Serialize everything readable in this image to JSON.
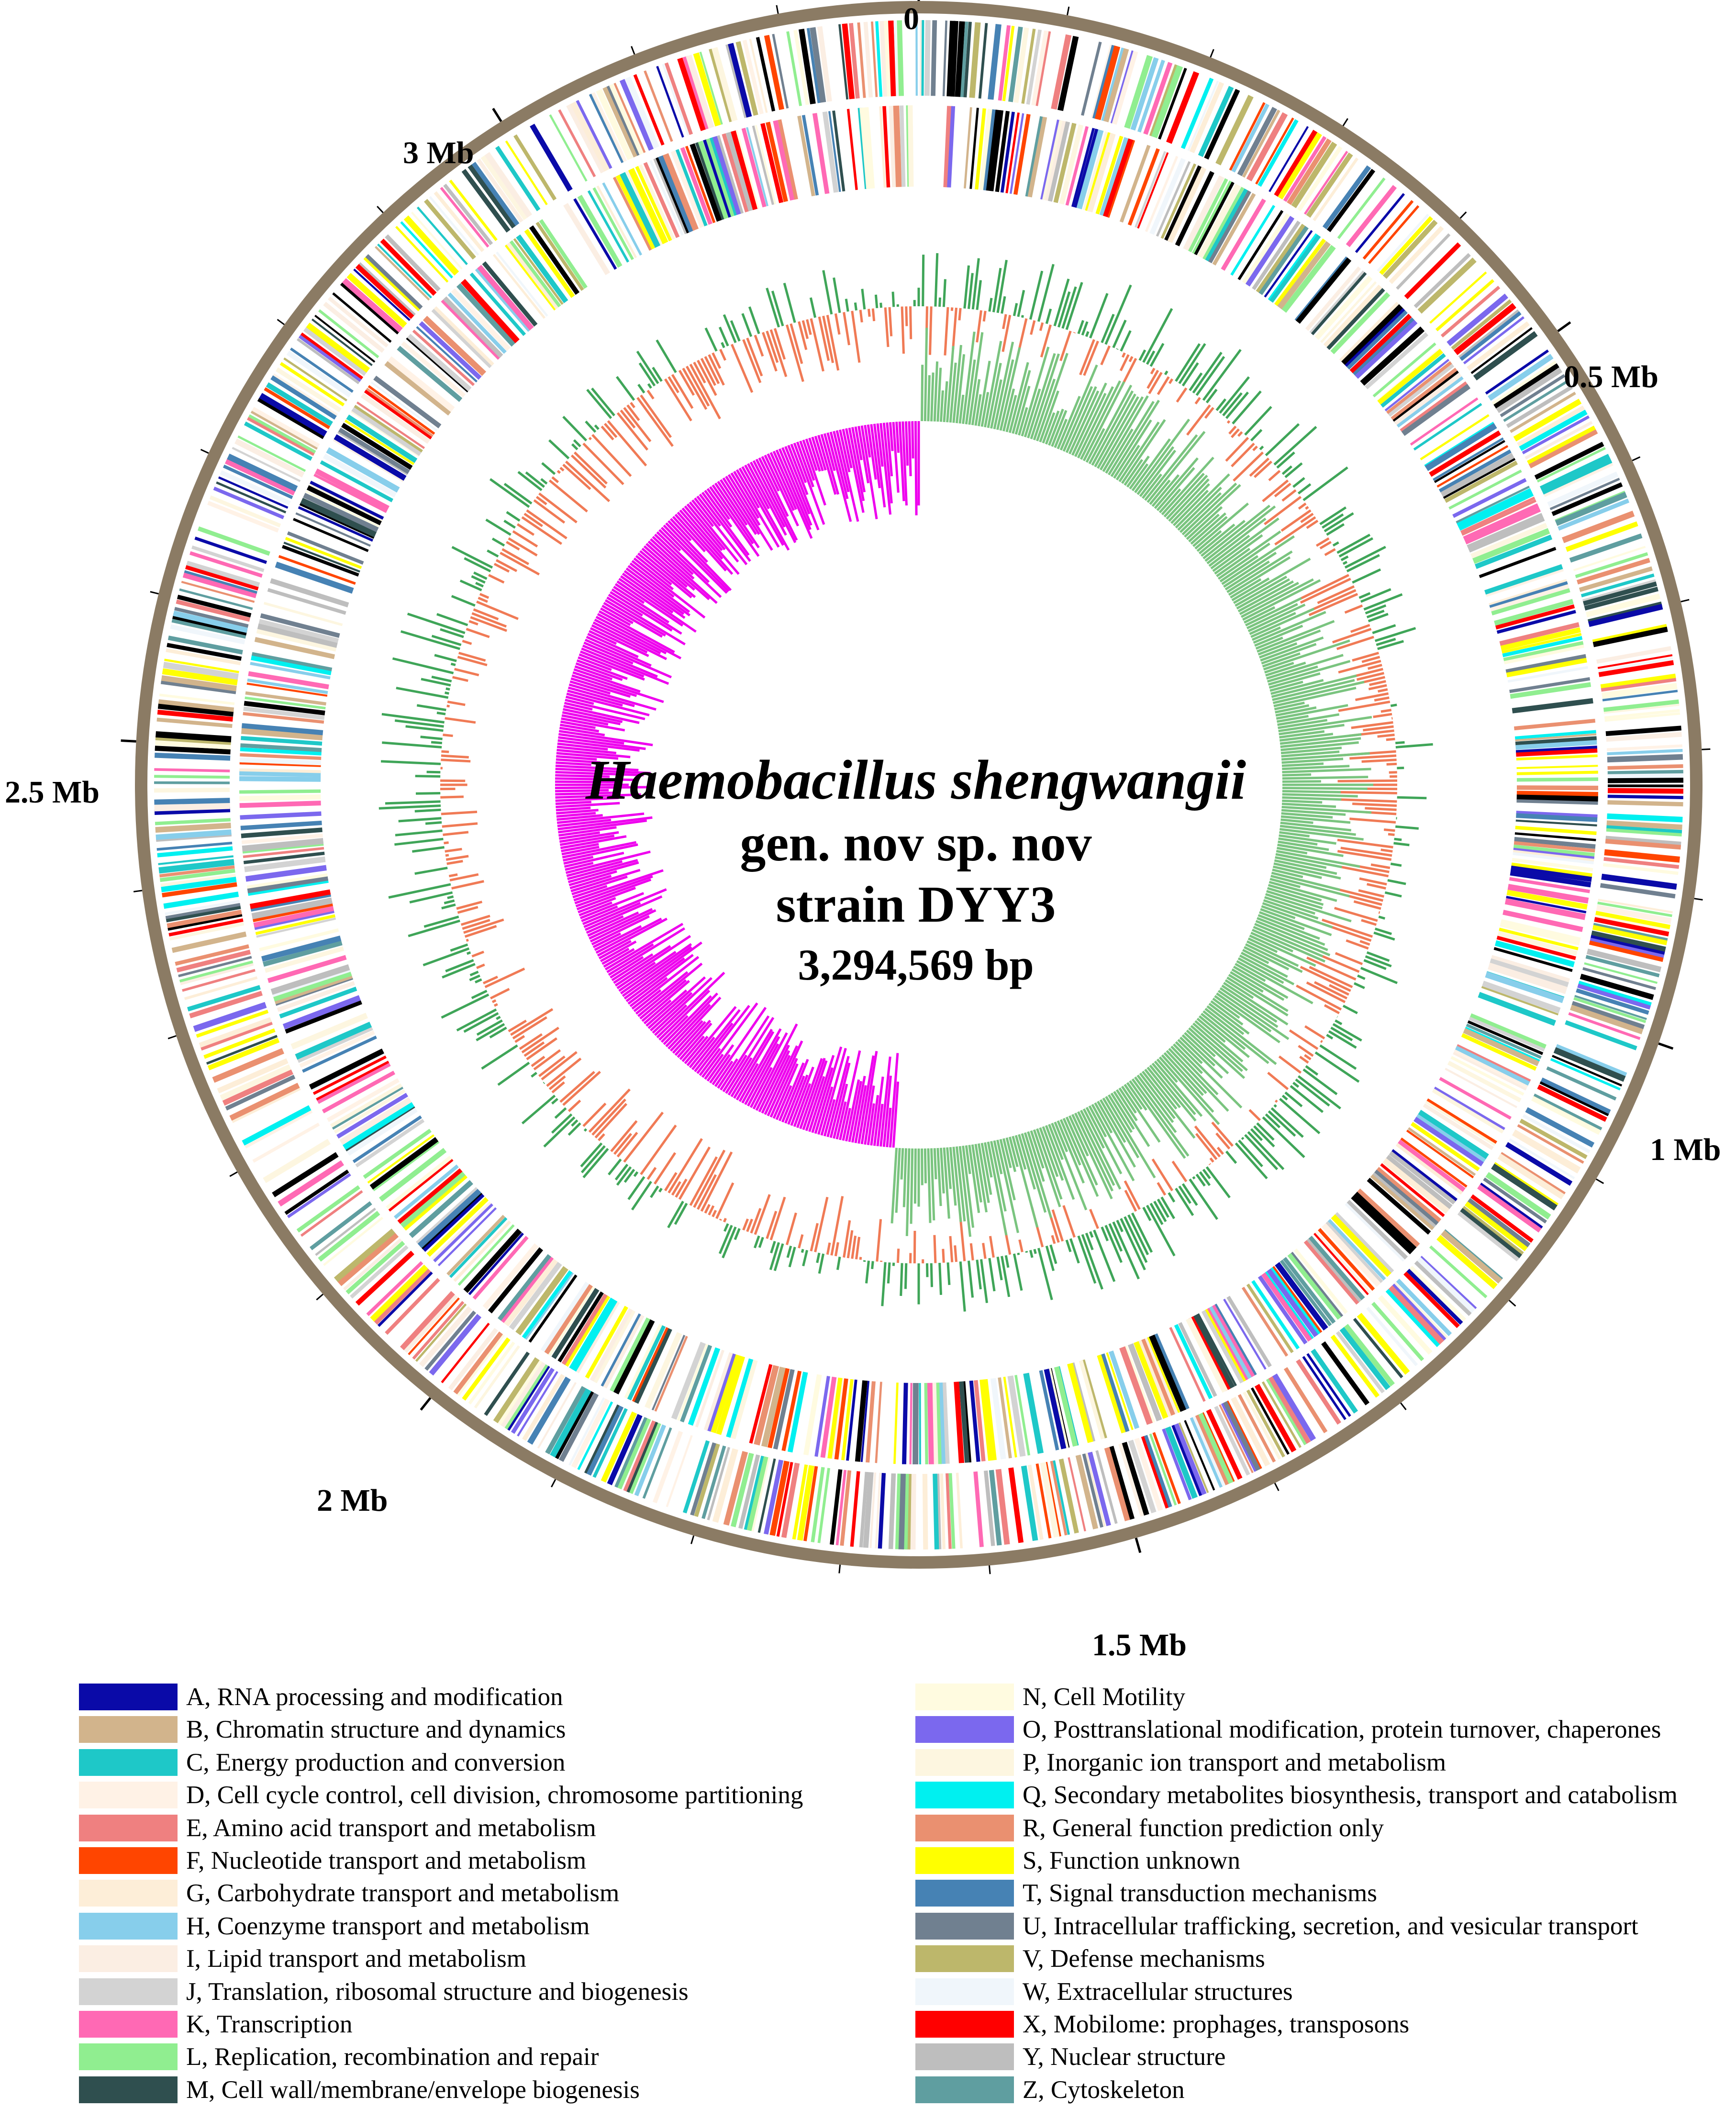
{
  "diagram": {
    "title": {
      "species": "Haemobacillus shengwangii",
      "designation": "gen. nov sp. nov",
      "strain": "strain DYY3",
      "genome_length": "3,294,569 bp"
    },
    "genome_length_bp": 3294569,
    "position_labels": [
      {
        "text": "0",
        "position_mb": 0
      },
      {
        "text": "0.5 Mb",
        "position_mb": 0.5
      },
      {
        "text": "1 Mb",
        "position_mb": 1.0
      },
      {
        "text": "1.5 Mb",
        "position_mb": 1.5
      },
      {
        "text": "2 Mb",
        "position_mb": 2.0
      },
      {
        "text": "2.5 Mb",
        "position_mb": 2.5
      },
      {
        "text": "3 Mb",
        "position_mb": 3.0
      }
    ],
    "ring_colors": {
      "outer_ring": "#8b7b64",
      "gc_content_positive": "#3fa558",
      "gc_content_negative": "#f07a55",
      "gc_skew_positive": "#7ac47f",
      "gc_skew_negative": "#ee00ee"
    }
  },
  "legend": {
    "left": [
      {
        "label": "A, RNA processing and modification",
        "color": "#0a0aa8"
      },
      {
        "label": "B, Chromatin structure and dynamics",
        "color": "#d2b48c"
      },
      {
        "label": "C, Energy production and conversion",
        "color": "#1ec8c8"
      },
      {
        "label": "D, Cell cycle control, cell division, chromosome partitioning",
        "color": "#fff2e6"
      },
      {
        "label": "E, Amino acid transport and metabolism",
        "color": "#ef8080"
      },
      {
        "label": "F, Nucleotide transport and metabolism",
        "color": "#ff4500"
      },
      {
        "label": "G, Carbohydrate transport and metabolism",
        "color": "#fdeed8"
      },
      {
        "label": "H, Coenzyme transport and metabolism",
        "color": "#87ceeb"
      },
      {
        "label": "I, Lipid transport and metabolism",
        "color": "#fbeee3"
      },
      {
        "label": "J, Translation, ribosomal structure and biogenesis",
        "color": "#d3d3d3"
      },
      {
        "label": "K, Transcription",
        "color": "#ff69b4"
      },
      {
        "label": "L, Replication, recombination and repair",
        "color": "#90ee90"
      },
      {
        "label": "M, Cell wall/membrane/envelope biogenesis",
        "color": "#2f4f4f"
      }
    ],
    "right": [
      {
        "label": "N, Cell Motility",
        "color": "#fffbe0"
      },
      {
        "label": "O, Posttranslational modification, protein turnover, chaperones",
        "color": "#7b68ee"
      },
      {
        "label": "P, Inorganic ion transport and metabolism",
        "color": "#fdf6e0"
      },
      {
        "label": "Q, Secondary metabolites biosynthesis, transport and catabolism",
        "color": "#00f0f0"
      },
      {
        "label": "R, General function prediction only",
        "color": "#ea9070"
      },
      {
        "label": "S, Function unknown",
        "color": "#ffff00"
      },
      {
        "label": "T, Signal transduction mechanisms",
        "color": "#4682b4"
      },
      {
        "label": "U, Intracellular trafficking, secretion, and vesicular transport",
        "color": "#708090"
      },
      {
        "label": "V, Defense mechanisms",
        "color": "#bdb76b"
      },
      {
        "label": "W, Extracellular structures",
        "color": "#f0f6fb"
      },
      {
        "label": "X, Mobilome: prophages, transposons",
        "color": "#ff0000"
      },
      {
        "label": "Y, Nuclear structure",
        "color": "#bebebe"
      },
      {
        "label": "Z, Cytoskeleton",
        "color": "#5f9ea0"
      }
    ]
  }
}
